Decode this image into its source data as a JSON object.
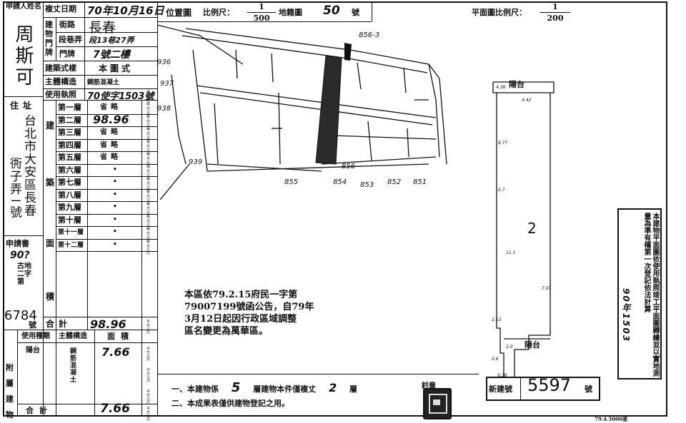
{
  "applicant_label": "申請人姓名",
  "applicant_name": "周斯可",
  "address_label": "住址",
  "address_value": "台北市大安區長春",
  "address_value2": "衖子弄ㄧ號",
  "apply_no_label": "申請書",
  "apply_no_line1": "90?",
  "apply_no_line2": "古地二字第",
  "apply_no_line3": "6784",
  "apply_no_suffix": "號",
  "review_date_label": "複丈日期",
  "review_date_value": "70年10月16日",
  "bldg_no_label": "建物門牌",
  "road_label": "街路",
  "road_value": "長春",
  "lane_label": "段巷弄",
  "lane_value": "段13巷27弄",
  "gate_label": "門牌",
  "gate_value": "7號二樓",
  "style_label": "建築式樣",
  "style_value": "本圖式",
  "structure_label": "主體構造",
  "structure_value": "鋼筋混凝土",
  "permit_label": "使用執照",
  "permit_value": "70使字1503號",
  "area_side_label": "建",
  "area_side_label2": "築",
  "area_side_label3": "面",
  "area_side_label4": "積",
  "floors": [
    {
      "label": "第一層",
      "value": "省略"
    },
    {
      "label": "第二層",
      "value": "98.96"
    },
    {
      "label": "第三層",
      "value": "省略"
    },
    {
      "label": "第四層",
      "value": "省略"
    },
    {
      "label": "第五層",
      "value": "省略"
    },
    {
      "label": "第六層",
      "value": "•"
    },
    {
      "label": "第七層",
      "value": "•"
    },
    {
      "label": "第八層",
      "value": "•"
    },
    {
      "label": "第九層",
      "value": "•"
    },
    {
      "label": "第十層",
      "value": "•"
    },
    {
      "label": "第十一層",
      "value": "•"
    },
    {
      "label": "第十二層",
      "value": "•"
    }
  ],
  "unit_label": "平方公尺",
  "total_label": "合計",
  "total_value": "98.96",
  "aux_use_label": "使用種類",
  "aux_struct_label": "主體構造",
  "aux_area_label": "面積",
  "aux_use_value": "陽台",
  "aux_struct_value": "鋼筋混凝土",
  "aux_area_value": "7.66",
  "aux_total_label": "合計",
  "aux_total_value": "7.66",
  "aux_side": "附屬建物",
  "location_map_label": "位置圖",
  "scale_label": "比例尺：",
  "scale_num": "1",
  "scale_den": "500",
  "map_no_label": "地籍圖",
  "map_no_value": "50",
  "map_no_suffix": "號",
  "plan_scale_label": "平面圖比例尺：",
  "plan_scale_num": "1",
  "plan_scale_den": "200",
  "parcels": [
    "856-3",
    "936",
    "937",
    "938",
    "939",
    "855",
    "854",
    "853",
    "852",
    "851",
    "856"
  ],
  "notice_text_1": "本區依79.2.15府民一字第",
  "notice_text_2": "79007199號函公告，自79年",
  "notice_text_3": "3月12日起因行政區域調整",
  "notice_text_4": "區名變更為萬華區。",
  "plan_balcony_top": "陽台",
  "plan_balcony_bottom": "陽台",
  "plan_room_no": "2",
  "plan_dims": [
    "4.38",
    "4.42",
    "8.77",
    "0.7",
    "11.1",
    "7.07",
    "2.13",
    "0.6",
    "3.0",
    "0.39"
  ],
  "footer_line1_a": "一、本建物係",
  "footer_line1_b": "5",
  "footer_line1_c": "層建物本件僅複丈",
  "footer_line1_d": "2",
  "footer_line1_e": "層",
  "footer_line2": "二、本成果表僅供建物登記之用。",
  "footer_seal_label": "鈐章",
  "new_no_label": "新建號",
  "new_no_value": "5597",
  "new_no_suffix": "號",
  "right_stamp_text": "本建物平面圖依使用執照竣工平面圖轉繪並以實地測量為準有權第一次登記依法計算",
  "right_stamp_date": "90年1503",
  "bottom_code": "79.4.5000張"
}
